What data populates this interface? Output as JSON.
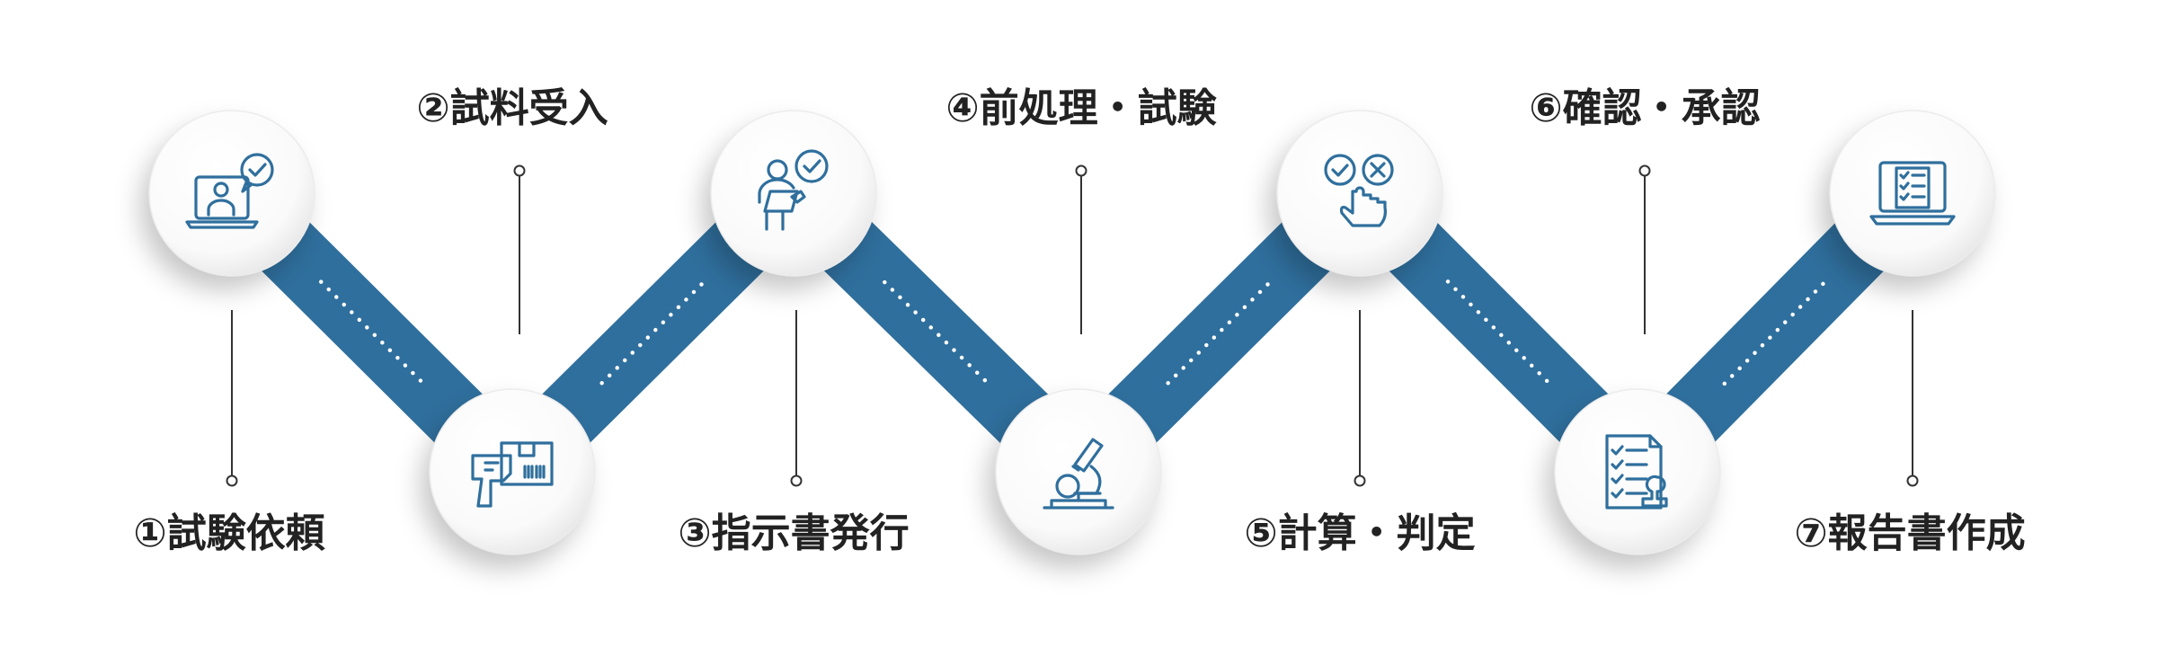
{
  "diagram": {
    "type": "process-flow",
    "accent_color": "#2f6f9d",
    "line_color": "#333333",
    "text_color": "#222222",
    "steps": [
      {
        "number": "①",
        "label": "試験依頼",
        "icon": "laptop-user-check-icon"
      },
      {
        "number": "②",
        "label": "試料受入",
        "icon": "barcode-scanner-box-icon"
      },
      {
        "number": "③",
        "label": "指示書発行",
        "icon": "person-clipboard-check-icon"
      },
      {
        "number": "④",
        "label": "前処理・試験",
        "icon": "microscope-icon"
      },
      {
        "number": "⑤",
        "label": "計算・判定",
        "icon": "check-cross-hand-icon"
      },
      {
        "number": "⑥",
        "label": "確認・承認",
        "icon": "document-checklist-stamp-icon"
      },
      {
        "number": "⑦",
        "label": "報告書作成",
        "icon": "laptop-checklist-icon"
      }
    ]
  }
}
